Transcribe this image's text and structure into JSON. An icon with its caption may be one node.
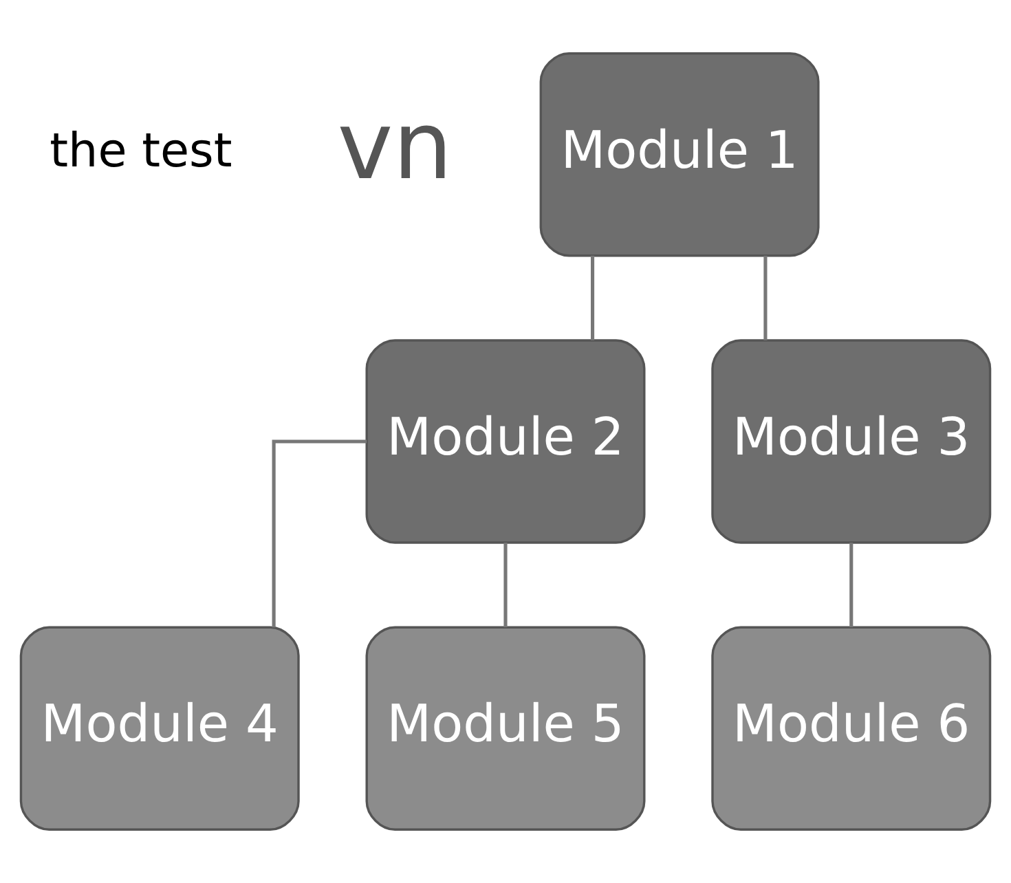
{
  "diagram": {
    "nodes": [
      {
        "text": [
          "Module 1"
        ]
      },
      {
        "text": [
          "Module 2"
        ]
      },
      {
        "text": [
          "Module 3"
        ]
      },
      {
        "text": [
          "Module 4"
        ]
      },
      {
        "text": [
          "Module 5"
        ]
      },
      {
        "text": [
          "Module 6"
        ]
      }
    ],
    "edges": [
      {
        "from": 0,
        "to": 1,
        "arrow": "none"
      },
      {
        "from": 0,
        "to": 2,
        "arrow": "none"
      },
      {
        "from": 1,
        "to": 3,
        "arrow": "none"
      },
      {
        "from": 1,
        "to": 4,
        "arrow": "none"
      },
      {
        "from": 2,
        "to": 5,
        "arrow": "none"
      }
    ],
    "labels": [
      "the test",
      "vn"
    ]
  }
}
